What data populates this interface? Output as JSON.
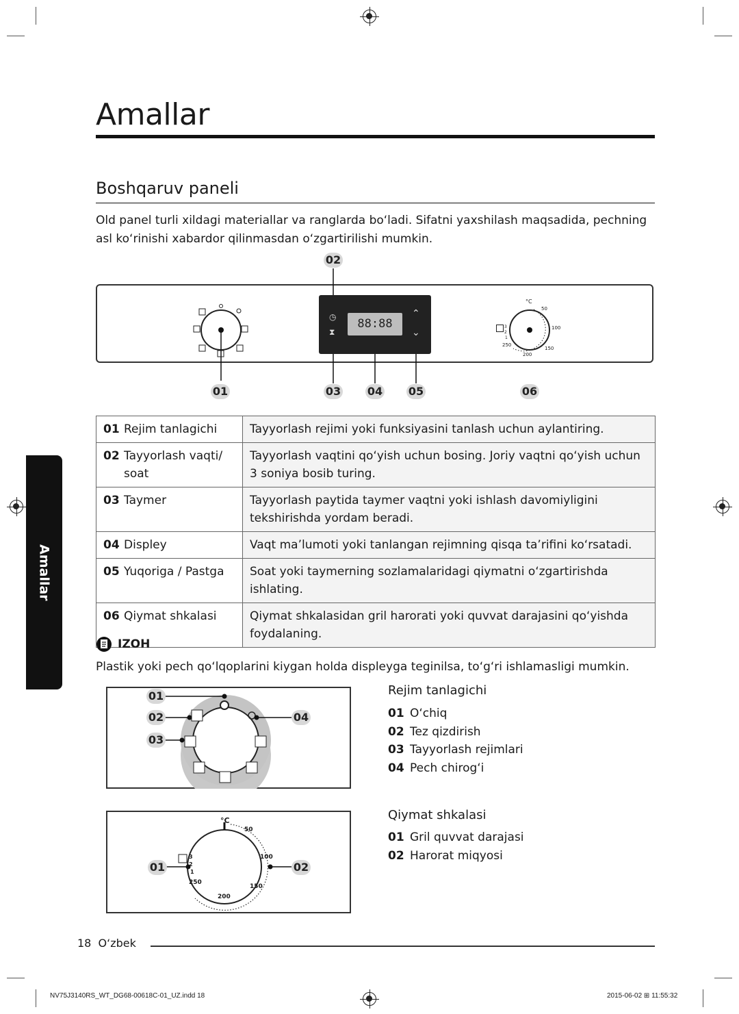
{
  "header": {
    "title": "Amallar",
    "section": "Boshqaruv paneli"
  },
  "intro": "Old panel turli xildagi materiallar va ranglarda bo‘ladi. Sifatni yaxshilash maqsadida, pechning asl ko‘rinishi xabardor qilinmasdan o‘zgartirilishi mumkin.",
  "panel": {
    "callouts": [
      "01",
      "02",
      "03",
      "04",
      "05",
      "06"
    ],
    "display_text": "88:88",
    "scale_unit": "°C",
    "scale_values": [
      "50",
      "100",
      "150",
      "200",
      "250"
    ],
    "grill_levels": [
      "3",
      "2",
      "1"
    ]
  },
  "table": [
    {
      "num": "01",
      "label": "Rejim tanlagichi",
      "desc": "Tayyorlash rejimi yoki funksiyasini tanlash uchun aylantiring."
    },
    {
      "num": "02",
      "label": "Tayyorlash vaqti/ soat",
      "desc": "Tayyorlash vaqtini qo‘yish uchun bosing. Joriy vaqtni qo‘yish uchun 3 soniya bosib turing."
    },
    {
      "num": "03",
      "label": "Taymer",
      "desc": "Tayyorlash paytida taymer vaqtni yoki ishlash davomiyligini tekshirishda yordam beradi."
    },
    {
      "num": "04",
      "label": "Displey",
      "desc": "Vaqt ma’lumoti yoki tanlangan rejimning qisqa ta’rifini ko‘rsatadi."
    },
    {
      "num": "05",
      "label": "Yuqoriga / Pastga",
      "desc": "Soat yoki taymerning sozlamalaridagi qiymatni o‘zgartirishda ishlating."
    },
    {
      "num": "06",
      "label": "Qiymat shkalasi",
      "desc": "Qiymat shkalasidan gril harorati yoki quvvat darajasini qo‘yishda foydalaning."
    }
  ],
  "side_tab": "Amallar",
  "note": {
    "heading": "IZOH",
    "text": "Plastik yoki pech qo‘lqoplarini kiygan holda displeyga teginilsa, to‘g‘ri ishlamasligi mumkin."
  },
  "mode_selector": {
    "title": "Rejim tanlagichi",
    "callouts": [
      "01",
      "02",
      "03",
      "04"
    ],
    "items": [
      {
        "num": "01",
        "label": "O‘chiq"
      },
      {
        "num": "02",
        "label": "Tez qizdirish"
      },
      {
        "num": "03",
        "label": "Tayyorlash rejimlari"
      },
      {
        "num": "04",
        "label": "Pech chirog‘i"
      }
    ]
  },
  "value_scale": {
    "title": "Qiymat shkalasi",
    "callouts": [
      "01",
      "02"
    ],
    "items": [
      {
        "num": "01",
        "label": "Gril quvvat darajasi"
      },
      {
        "num": "02",
        "label": "Harorat miqyosi"
      }
    ]
  },
  "footer": {
    "page_number": "18",
    "language": "O‘zbek",
    "file": "NV75J3140RS_WT_DG68-00618C-01_UZ.indd   18",
    "date": "2015-06-02   ⊞ 11:55:32"
  }
}
